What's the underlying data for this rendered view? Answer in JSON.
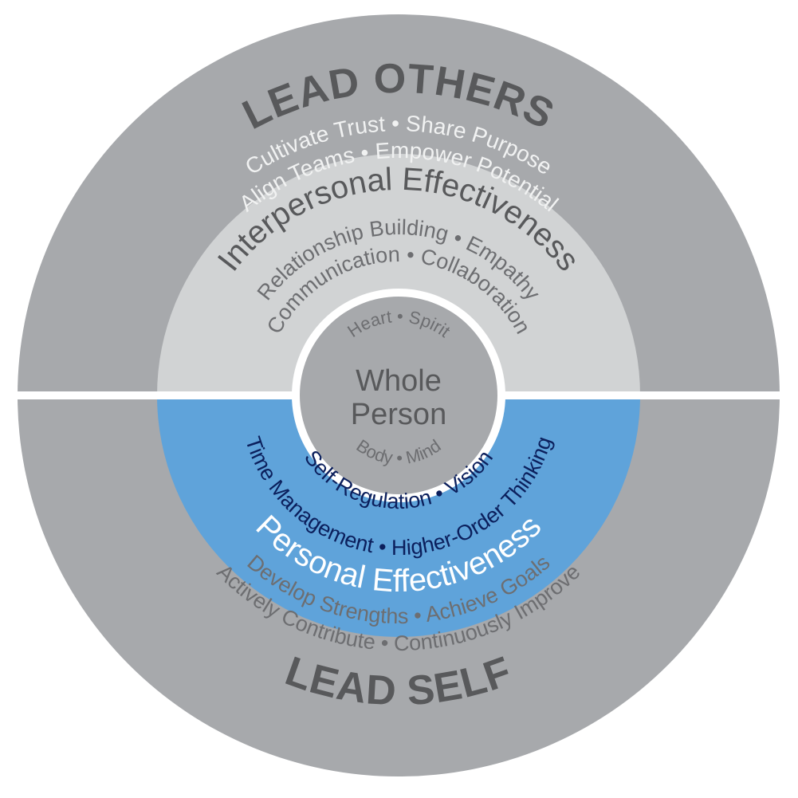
{
  "colors": {
    "outer_ring": "#a7a9ac",
    "upper_middle": "#d1d3d4",
    "lower_middle": "#5fa3da",
    "core": "#a7a9ac",
    "divider": "#ffffff"
  },
  "outer": {
    "top_title": "LEAD OTHERS",
    "top_line1": "Cultivate Trust  •  Share Purpose",
    "top_line2": "Align Teams  •  Empower Potential",
    "bottom_title": "LEAD SELF",
    "bottom_line1": "Develop Strengths  •  Achieve Goals",
    "bottom_line2": "Actively Contribute  •  Continuously Improve"
  },
  "middle": {
    "top_title": "Interpersonal Effectiveness",
    "top_line1": "Relationship Building  •  Empathy",
    "top_line2": "Communication  •  Collaboration",
    "bottom_line1": "Time Management  •  Higher-Order Thinking",
    "bottom_line2": "Self-Regulation  •  Vision",
    "bottom_title": "Personal Effectiveness"
  },
  "core": {
    "title_line1": "Whole",
    "title_line2": "Person",
    "top_label": "Heart  •  Spirit",
    "bottom_label": "Body  •  Mind"
  }
}
